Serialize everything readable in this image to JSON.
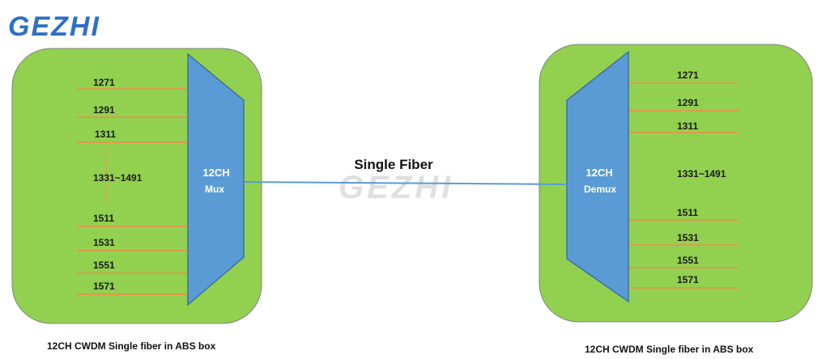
{
  "logo": {
    "text": "GEZHI"
  },
  "watermark": {
    "text": "GEZHI"
  },
  "fiber_label": "Single Fiber",
  "mux": {
    "title_line1": "12CH",
    "title_line2": "Mux",
    "caption": "12CH CWDM Single fiber in ABS box",
    "channels": [
      "1271",
      "1291",
      "1311",
      "1331~1491",
      "1511",
      "1531",
      "1551",
      "1571"
    ]
  },
  "demux": {
    "title_line1": "12CH",
    "title_line2": "Demux",
    "caption": "12CH CWDM Single fiber in ABS box",
    "channels": [
      "1271",
      "1291",
      "1311",
      "1331~1491",
      "1511",
      "1531",
      "1551",
      "1571"
    ]
  },
  "colors": {
    "box_fill": "#92d050",
    "device_fill": "#5b9bd5",
    "device_stroke": "#41719c",
    "channel_line": "#f4874c",
    "fiber": "#5b9bd5",
    "logo": "#2f6fc4"
  }
}
